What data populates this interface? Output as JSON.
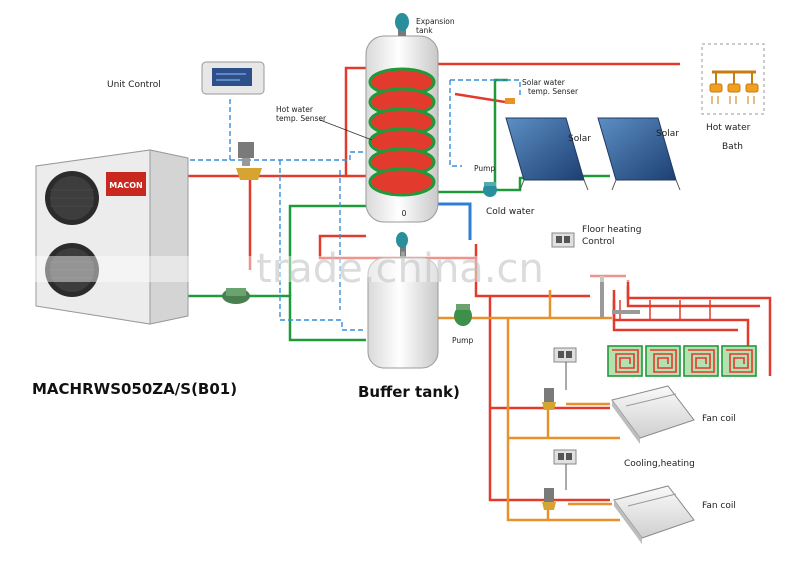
{
  "labels": {
    "unit_control": "Unit Control",
    "expansion_tank": "Expansion",
    "expansion_tank_2": "tank",
    "hot_water_sensor": "Hot water",
    "hot_water_sensor_2": "temp. Senser",
    "solar_water_sensor": "Solar water",
    "solar_water_sensor_2": "temp. Senser",
    "solar_1": "Solar",
    "solar_2": "Solar",
    "hot_water_bath": "Hot water",
    "hot_water_bath_2": "Bath",
    "pump_top": "Pump",
    "cold_water": "Cold water",
    "floor_heating": "Floor heating",
    "floor_heating_2": "Control",
    "pump_buffer": "Pump",
    "fan_coil_1": "Fan coil",
    "cooling_heating": "Cooling,heating",
    "fan_coil_2": "Fan coil",
    "model": "MACHRWS050ZA/S(B01)",
    "buffer_tank": "Buffer tank)",
    "brand": "MACON",
    "watermark": "trade.china.cn",
    "tank_mark": "0"
  },
  "colors": {
    "hot": "#e23b2e",
    "return": "#1f9a3a",
    "cold": "#2e7fd4",
    "control": "#3b8fd9",
    "fan": "#e8902a",
    "brand": "#c8281e"
  },
  "icons": {
    "heat_pump": "heat-pump-unit",
    "controller": "lcd-controller",
    "valve": "valve-icon",
    "pump": "pump-icon",
    "solar": "solar-panel",
    "shower": "shower-icon",
    "fan_coil": "fan-coil-unit"
  }
}
